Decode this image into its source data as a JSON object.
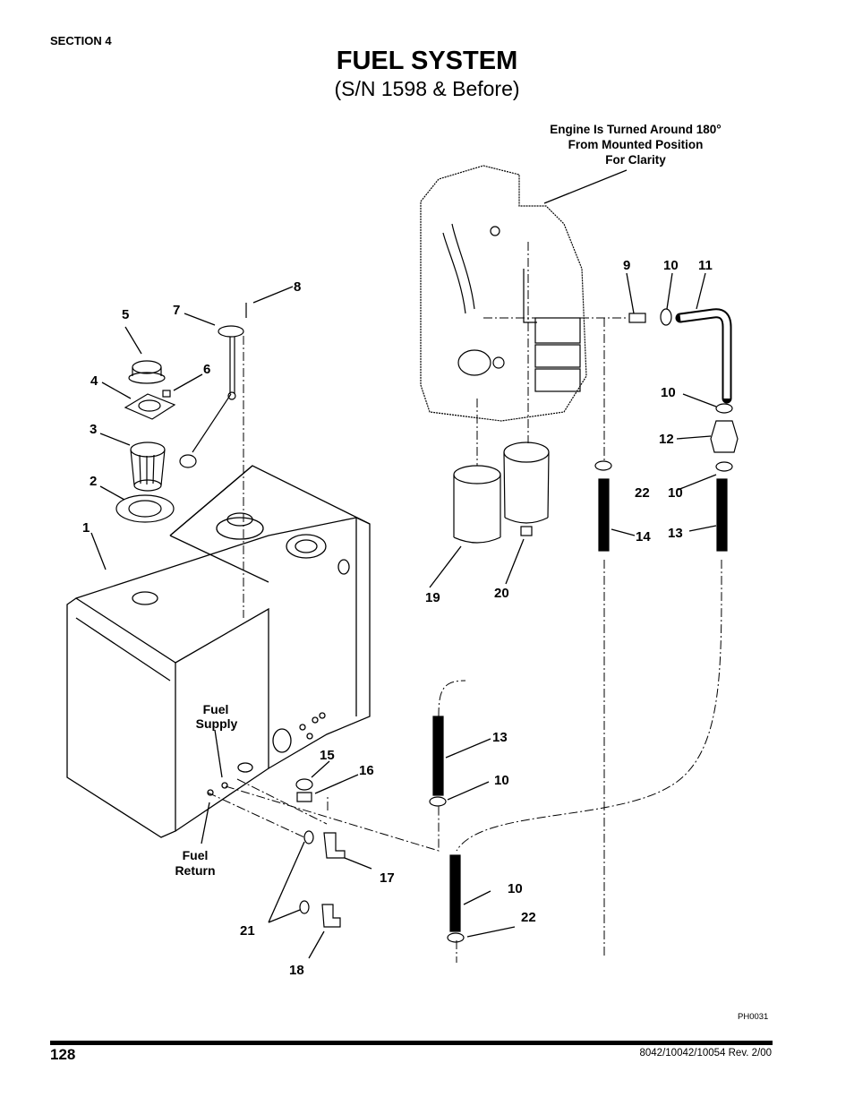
{
  "header": {
    "section": "SECTION 4",
    "title": "FUEL SYSTEM",
    "subtitle": "(S/N 1598 & Before)"
  },
  "engine_note": [
    "Engine Is Turned Around 180°",
    "From Mounted Position",
    "For Clarity"
  ],
  "labels": {
    "fuel_supply": [
      "Fuel",
      "Supply"
    ],
    "fuel_return": [
      "Fuel",
      "Return"
    ]
  },
  "callouts": [
    "1",
    "2",
    "3",
    "4",
    "5",
    "6",
    "7",
    "8",
    "9",
    "10",
    "11",
    "10",
    "12",
    "22",
    "10",
    "14",
    "13",
    "19",
    "20",
    "13",
    "15",
    "16",
    "10",
    "17",
    "10",
    "22",
    "21",
    "18"
  ],
  "footer": {
    "figure_code": "PH0031",
    "page_number": "128",
    "doc_ref": "8042/10042/10054 Rev. 2/00"
  }
}
